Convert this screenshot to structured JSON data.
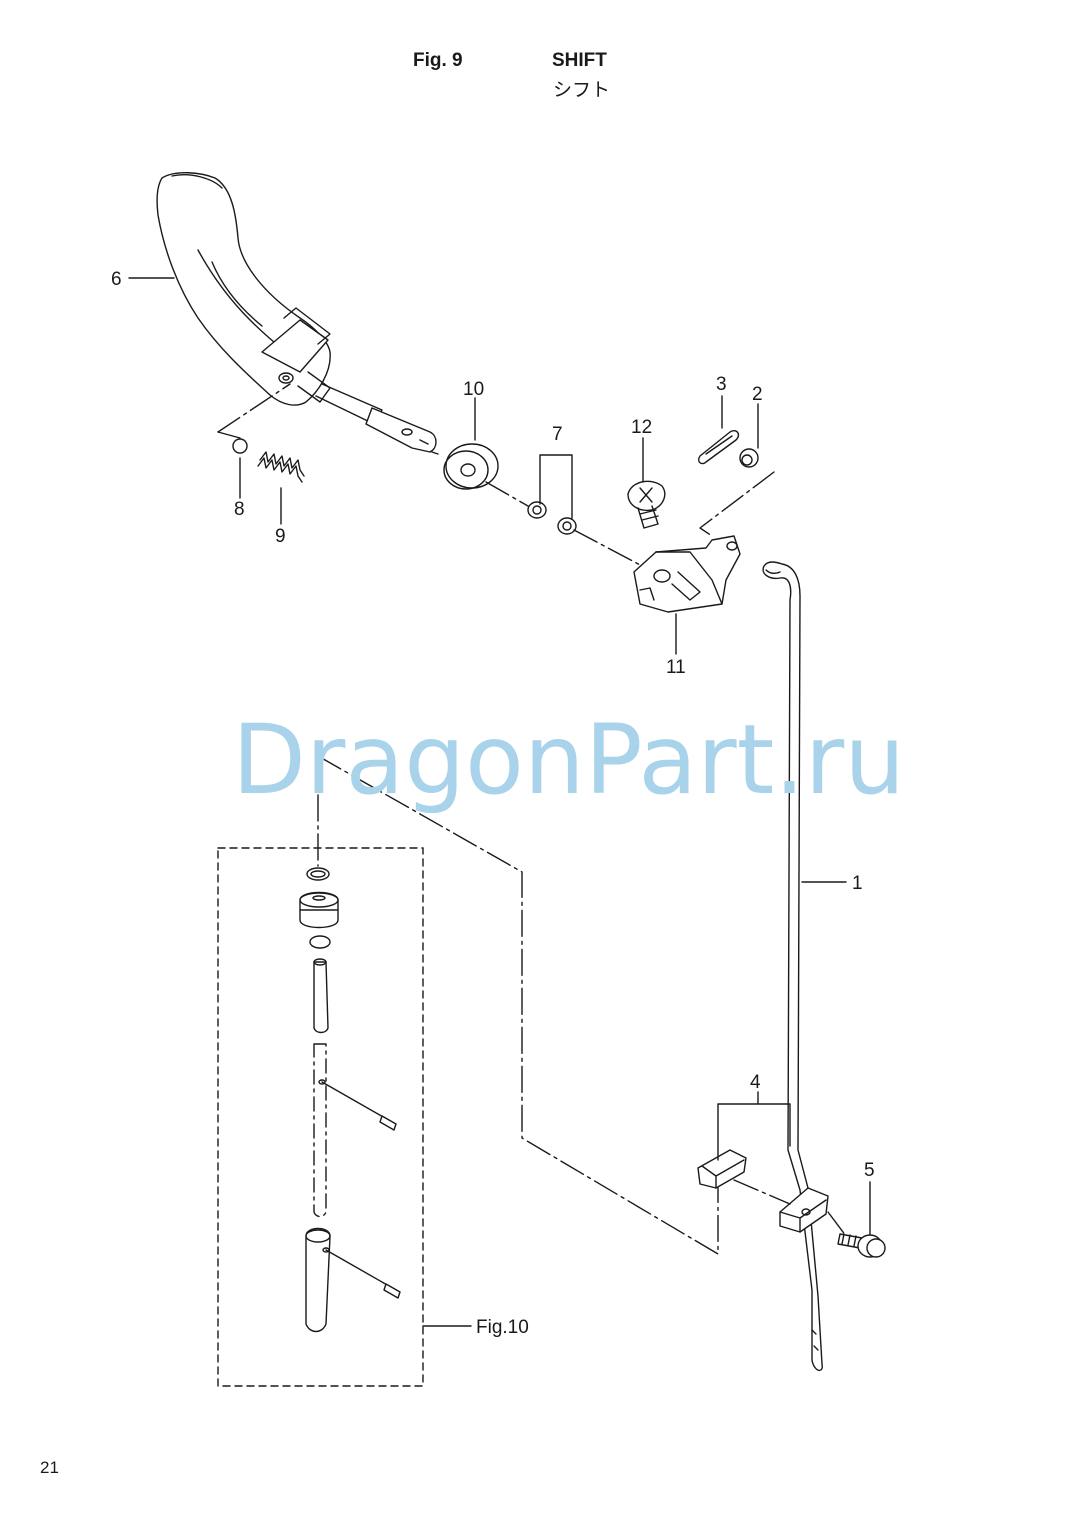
{
  "header": {
    "fig_label": "Fig. 9",
    "title": "SHIFT",
    "title_jp": "シフト"
  },
  "watermark": "DragonPart.ru",
  "callouts": {
    "c1": "1",
    "c2": "2",
    "c3": "3",
    "c4": "4",
    "c5": "5",
    "c6": "6",
    "c7": "7",
    "c8": "8",
    "c9": "9",
    "c10": "10",
    "c11": "11",
    "c12": "12"
  },
  "subassembly_ref": "Fig.10",
  "page_number": "21",
  "colors": {
    "line": "#1a1a1a",
    "watermark": "#a9d3ea",
    "background": "#ffffff"
  }
}
